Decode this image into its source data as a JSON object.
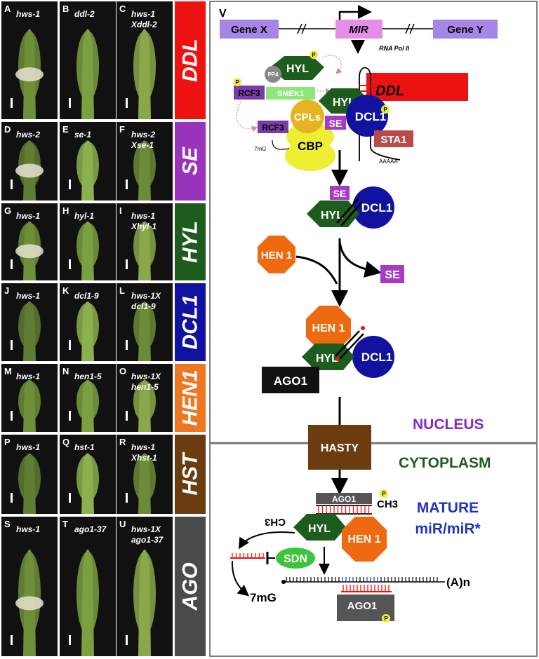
{
  "panels": [
    {
      "letter": "A",
      "label": "hws-1",
      "label2": ""
    },
    {
      "letter": "B",
      "label": "ddl-2",
      "label2": ""
    },
    {
      "letter": "C",
      "label": "hws-1",
      "label2": "Xddl-2"
    },
    {
      "letter": "D",
      "label": "hws-2",
      "label2": ""
    },
    {
      "letter": "E",
      "label": "se-1",
      "label2": ""
    },
    {
      "letter": "F",
      "label": "hws-2",
      "label2": "Xse-1"
    },
    {
      "letter": "G",
      "label": "hws-1",
      "label2": ""
    },
    {
      "letter": "H",
      "label": "hyl-1",
      "label2": ""
    },
    {
      "letter": "I",
      "label": "hws-1",
      "label2": "Xhyl-1"
    },
    {
      "letter": "J",
      "label": "hws-1",
      "label2": ""
    },
    {
      "letter": "K",
      "label": "dcl1-9",
      "label2": ""
    },
    {
      "letter": "L",
      "label": "hws-1X",
      "label2": "dcl1-9"
    },
    {
      "letter": "M",
      "label": "hws-1",
      "label2": ""
    },
    {
      "letter": "N",
      "label": "hen1-5",
      "label2": ""
    },
    {
      "letter": "O",
      "label": "hws-1X",
      "label2": "hen1-5"
    },
    {
      "letter": "P",
      "label": "hws-1",
      "label2": ""
    },
    {
      "letter": "Q",
      "label": "hst-1",
      "label2": ""
    },
    {
      "letter": "R",
      "label": "hws-1",
      "label2": "Xhst-1"
    },
    {
      "letter": "S",
      "label": "hws-1",
      "label2": ""
    },
    {
      "letter": "T",
      "label": "ago1-37",
      "label2": ""
    },
    {
      "letter": "U",
      "label": "hws-1X",
      "label2": "ago1-37"
    }
  ],
  "rows": [
    {
      "gene": "DDL",
      "color": "#ee1111"
    },
    {
      "gene": "SE",
      "color": "#9933bb"
    },
    {
      "gene": "HYL",
      "color": "#1e5c1e"
    },
    {
      "gene": "DCL1",
      "color": "#1212a0"
    },
    {
      "gene": "HEN1",
      "color": "#ee7722"
    },
    {
      "gene": "HST",
      "color": "#6a3c10"
    },
    {
      "gene": "AGO",
      "color": "#4a4a4a"
    }
  ],
  "diagram": {
    "panel_letter": "V",
    "gene_x": "Gene X",
    "mir": "MIR",
    "gene_y": "Gene Y",
    "rna_pol": "RNA Pol II",
    "hyl": "HYL",
    "p": "P",
    "pp4": "PP4",
    "rcf3": "RCF3",
    "smek1": "SMEK1",
    "ddl": "DDL",
    "cpls": "CPLs",
    "dcl1": "DCL1",
    "se": "SE",
    "cbp": "CBP",
    "sta1": "STA1",
    "cap": "7mG",
    "polya": "AAAAA",
    "hen1": "HEN 1",
    "ago1": "AGO1",
    "nucleus": "NUCLEUS",
    "hasty": "HASTY",
    "cytoplasm": "CYTOPLASM",
    "ch3": "CH3",
    "mature_line1": "MATURE",
    "mature_line2": "miR/miR*",
    "sdn": "SDN",
    "cap_big": "7mG",
    "poly_a": "(A)n"
  },
  "colors": {
    "hyl": "#1e5c1e",
    "dcl1": "#1212a0",
    "hen1": "#ee6a10",
    "se": "#a63cc4",
    "rcf3": "#7a3ca8",
    "gene_box": "#a586e6",
    "mir_box": "#e58ee8",
    "ddl_bar": "#ee1111",
    "cpls": "#e6b422",
    "cbp": "#eeee33",
    "sta1": "#b84a4a",
    "smek1": "#8ee67a",
    "pp4": "#888888",
    "hasty": "#6a3c10",
    "sdn": "#3cc43c",
    "ago1": "#111111",
    "ago1_cyt": "#555555",
    "nucleus_text": "#8a2ac4",
    "cytoplasm_text": "#1e5c1e",
    "mature_text": "#2233bb",
    "p_badge": "#eeee33"
  }
}
